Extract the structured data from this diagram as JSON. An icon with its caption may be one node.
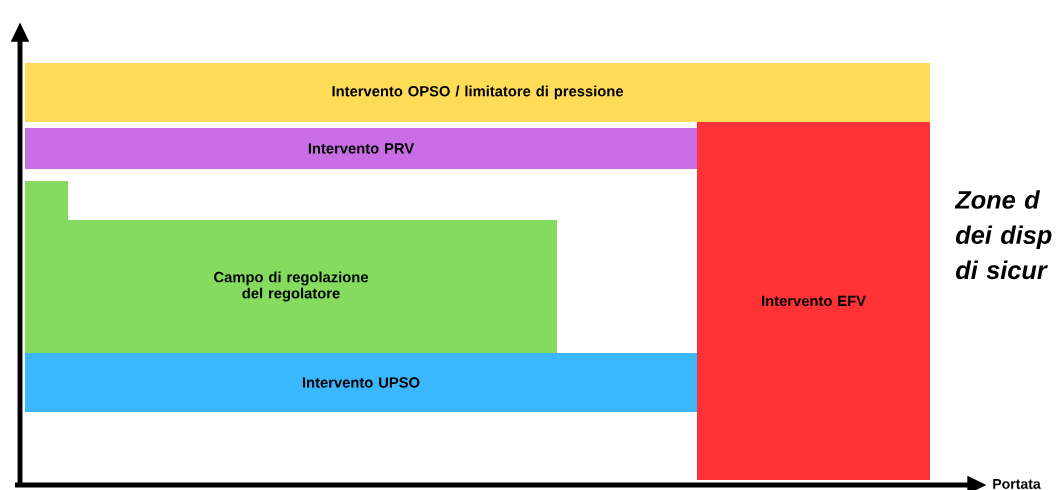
{
  "diagram": {
    "nodes": [
      {
        "text": [
          "Intervento OPSO / limitatore di pressione"
        ]
      },
      {
        "text": [
          "Intervento PRV"
        ]
      },
      {
        "text": [
          "Campo di regolazione del regolatore"
        ]
      },
      {
        "text": [
          "Intervento UPSO"
        ]
      },
      {
        "text": [
          "Intervento EFV"
        ]
      }
    ],
    "labels": [
      "Portata",
      "Zone d dei disp di sicur"
    ]
  }
}
